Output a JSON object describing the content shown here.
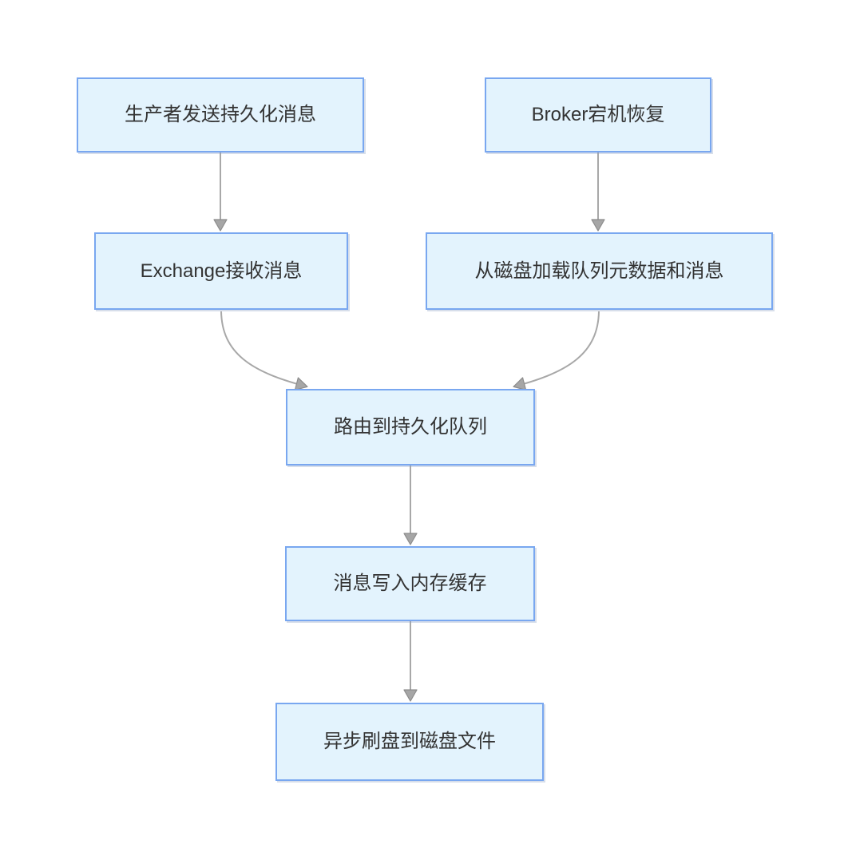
{
  "diagram": {
    "type": "flowchart",
    "background": "#ffffff"
  },
  "nodes": [
    {
      "id": "producer-send",
      "label": "生产者发送持久化消息"
    },
    {
      "id": "broker-recovery",
      "label": "Broker宕机恢复"
    },
    {
      "id": "exchange-receive",
      "label": "Exchange接收消息"
    },
    {
      "id": "load-from-disk",
      "label": "从磁盘加载队列元数据和消息"
    },
    {
      "id": "route-to-queue",
      "label": "路由到持久化队列"
    },
    {
      "id": "write-memory-cache",
      "label": "消息写入内存缓存"
    },
    {
      "id": "async-flush-disk",
      "label": "异步刷盘到磁盘文件"
    }
  ],
  "edges": [
    {
      "from": "producer-send",
      "to": "exchange-receive",
      "style": "straight"
    },
    {
      "from": "broker-recovery",
      "to": "load-from-disk",
      "style": "straight"
    },
    {
      "from": "exchange-receive",
      "to": "route-to-queue",
      "style": "curved"
    },
    {
      "from": "load-from-disk",
      "to": "route-to-queue",
      "style": "curved"
    },
    {
      "from": "route-to-queue",
      "to": "write-memory-cache",
      "style": "straight"
    },
    {
      "from": "write-memory-cache",
      "to": "async-flush-disk",
      "style": "straight"
    }
  ],
  "colors": {
    "node_fill": "#e3f3fd",
    "node_border": "#79a7f0",
    "node_text": "#333333",
    "connector": "#a8a8a8",
    "arrowhead": "#a6a6a6",
    "arrowhead_stroke": "#8c8c8c",
    "background": "#ffffff"
  }
}
